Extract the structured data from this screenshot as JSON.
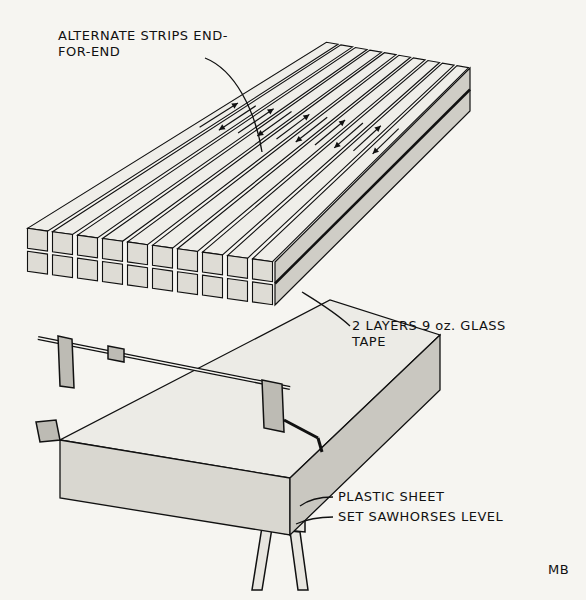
{
  "diagram": {
    "labels": [
      "ALTERNATE STRIPS END-FOR-END",
      "2 LAYERS 9 oz. GLASS TAPE",
      "PLASTIC SHEET",
      "SET SAWHORSES LEVEL",
      "MB"
    ]
  }
}
